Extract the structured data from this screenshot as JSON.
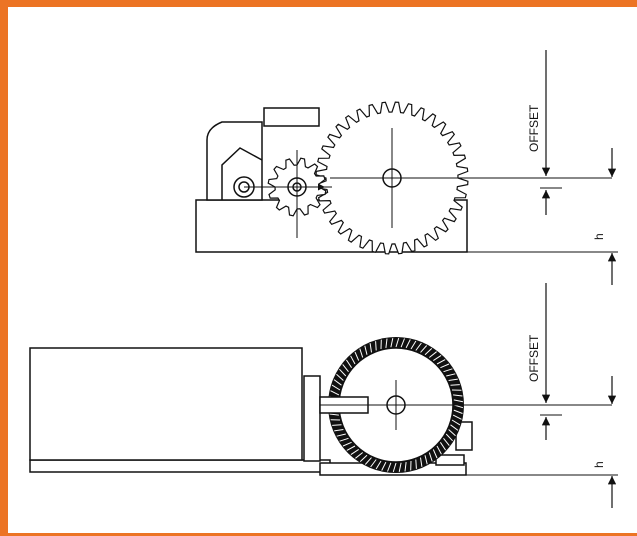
{
  "frame": {
    "border_color": "#ec7424"
  },
  "top_diagram": {
    "offset_label": "OFFSET",
    "height_label": "h"
  },
  "bottom_diagram": {
    "offset_label": "OFFSET",
    "height_label": "h"
  }
}
